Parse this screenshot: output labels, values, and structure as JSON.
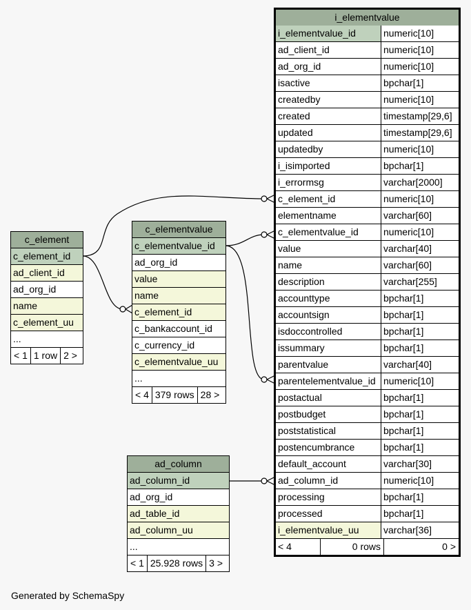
{
  "main_table": {
    "name": "i_elementvalue",
    "columns": [
      {
        "name": "i_elementvalue_id",
        "type": "numeric[10]",
        "kind": "pk"
      },
      {
        "name": "ad_client_id",
        "type": "numeric[10]",
        "kind": "plain"
      },
      {
        "name": "ad_org_id",
        "type": "numeric[10]",
        "kind": "plain"
      },
      {
        "name": "isactive",
        "type": "bpchar[1]",
        "kind": "plain"
      },
      {
        "name": "createdby",
        "type": "numeric[10]",
        "kind": "plain"
      },
      {
        "name": "created",
        "type": "timestamp[29,6]",
        "kind": "plain"
      },
      {
        "name": "updated",
        "type": "timestamp[29,6]",
        "kind": "plain"
      },
      {
        "name": "updatedby",
        "type": "numeric[10]",
        "kind": "plain"
      },
      {
        "name": "i_isimported",
        "type": "bpchar[1]",
        "kind": "plain"
      },
      {
        "name": "i_errormsg",
        "type": "varchar[2000]",
        "kind": "plain"
      },
      {
        "name": "c_element_id",
        "type": "numeric[10]",
        "kind": "plain"
      },
      {
        "name": "elementname",
        "type": "varchar[60]",
        "kind": "plain"
      },
      {
        "name": "c_elementvalue_id",
        "type": "numeric[10]",
        "kind": "plain"
      },
      {
        "name": "value",
        "type": "varchar[40]",
        "kind": "plain"
      },
      {
        "name": "name",
        "type": "varchar[60]",
        "kind": "plain"
      },
      {
        "name": "description",
        "type": "varchar[255]",
        "kind": "plain"
      },
      {
        "name": "accounttype",
        "type": "bpchar[1]",
        "kind": "plain"
      },
      {
        "name": "accountsign",
        "type": "bpchar[1]",
        "kind": "plain"
      },
      {
        "name": "isdoccontrolled",
        "type": "bpchar[1]",
        "kind": "plain"
      },
      {
        "name": "issummary",
        "type": "bpchar[1]",
        "kind": "plain"
      },
      {
        "name": "parentvalue",
        "type": "varchar[40]",
        "kind": "plain"
      },
      {
        "name": "parentelementvalue_id",
        "type": "numeric[10]",
        "kind": "plain"
      },
      {
        "name": "postactual",
        "type": "bpchar[1]",
        "kind": "plain"
      },
      {
        "name": "postbudget",
        "type": "bpchar[1]",
        "kind": "plain"
      },
      {
        "name": "poststatistical",
        "type": "bpchar[1]",
        "kind": "plain"
      },
      {
        "name": "postencumbrance",
        "type": "bpchar[1]",
        "kind": "plain"
      },
      {
        "name": "default_account",
        "type": "varchar[30]",
        "kind": "plain"
      },
      {
        "name": "ad_column_id",
        "type": "numeric[10]",
        "kind": "plain"
      },
      {
        "name": "processing",
        "type": "bpchar[1]",
        "kind": "plain"
      },
      {
        "name": "processed",
        "type": "bpchar[1]",
        "kind": "plain"
      },
      {
        "name": "i_elementvalue_uu",
        "type": "varchar[36]",
        "kind": "idx"
      }
    ],
    "nav": [
      "< 4",
      "0 rows",
      "0 >"
    ]
  },
  "related_tables": [
    {
      "key": "c_element",
      "name": "c_element",
      "columns": [
        {
          "name": "c_element_id",
          "kind": "pk"
        },
        {
          "name": "ad_client_id",
          "kind": "idx"
        },
        {
          "name": "ad_org_id",
          "kind": "plain"
        },
        {
          "name": "name",
          "kind": "idx"
        },
        {
          "name": "c_element_uu",
          "kind": "idx"
        },
        {
          "name": "...",
          "kind": "plain"
        }
      ],
      "nav": [
        "< 1",
        "1 row",
        "2 >"
      ]
    },
    {
      "key": "c_elementvalue",
      "name": "c_elementvalue",
      "columns": [
        {
          "name": "c_elementvalue_id",
          "kind": "pk"
        },
        {
          "name": "ad_org_id",
          "kind": "plain"
        },
        {
          "name": "value",
          "kind": "idx"
        },
        {
          "name": "name",
          "kind": "idx"
        },
        {
          "name": "c_element_id",
          "kind": "idx"
        },
        {
          "name": "c_bankaccount_id",
          "kind": "plain"
        },
        {
          "name": "c_currency_id",
          "kind": "plain"
        },
        {
          "name": "c_elementvalue_uu",
          "kind": "idx"
        },
        {
          "name": "...",
          "kind": "plain"
        }
      ],
      "nav": [
        "< 4",
        "379 rows",
        "28 >"
      ]
    },
    {
      "key": "ad_column",
      "name": "ad_column",
      "columns": [
        {
          "name": "ad_column_id",
          "kind": "pk"
        },
        {
          "name": "ad_org_id",
          "kind": "plain"
        },
        {
          "name": "ad_table_id",
          "kind": "idx"
        },
        {
          "name": "ad_column_uu",
          "kind": "idx"
        },
        {
          "name": "...",
          "kind": "plain"
        }
      ],
      "nav": [
        "< 1",
        "25.928 rows",
        "3 >"
      ]
    }
  ],
  "footer": "Generated by SchemaSpy"
}
